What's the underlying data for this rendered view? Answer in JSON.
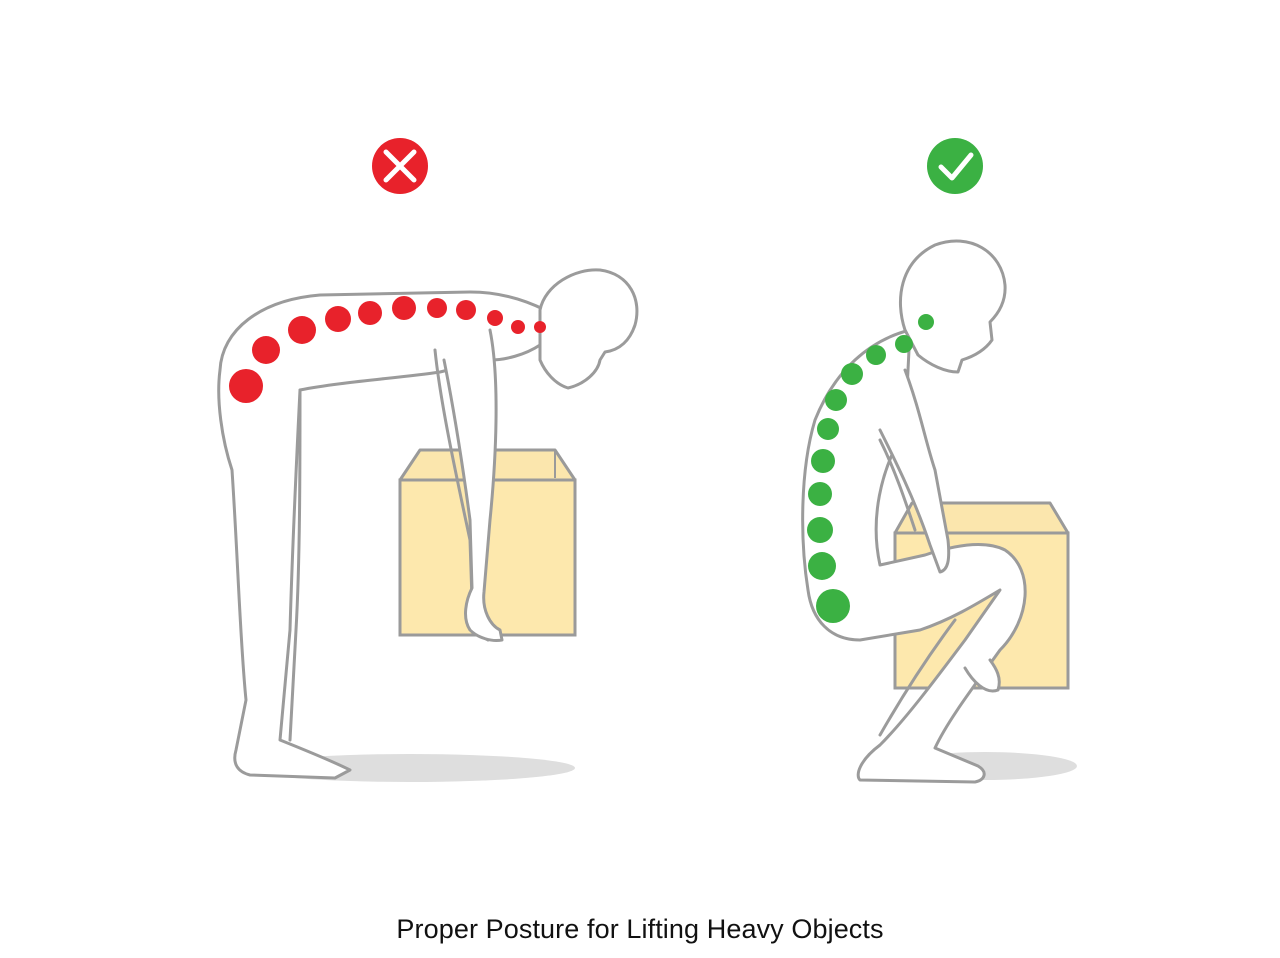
{
  "caption": "Proper Posture for Lifting Heavy Objects",
  "colors": {
    "incorrect": "#e8222b",
    "correct": "#3bb143",
    "box_fill": "#fde8ad",
    "box_stroke": "#9a9a9a",
    "body_stroke": "#9b9b9b",
    "shadow": "#dedede",
    "caption": "#111111"
  },
  "panels": [
    {
      "id": "incorrect",
      "status_icon": "cross-icon",
      "posture": "bent-over-lift",
      "spine_color": "#e8222b"
    },
    {
      "id": "correct",
      "status_icon": "check-icon",
      "posture": "squat-lift",
      "spine_color": "#3bb143"
    }
  ]
}
